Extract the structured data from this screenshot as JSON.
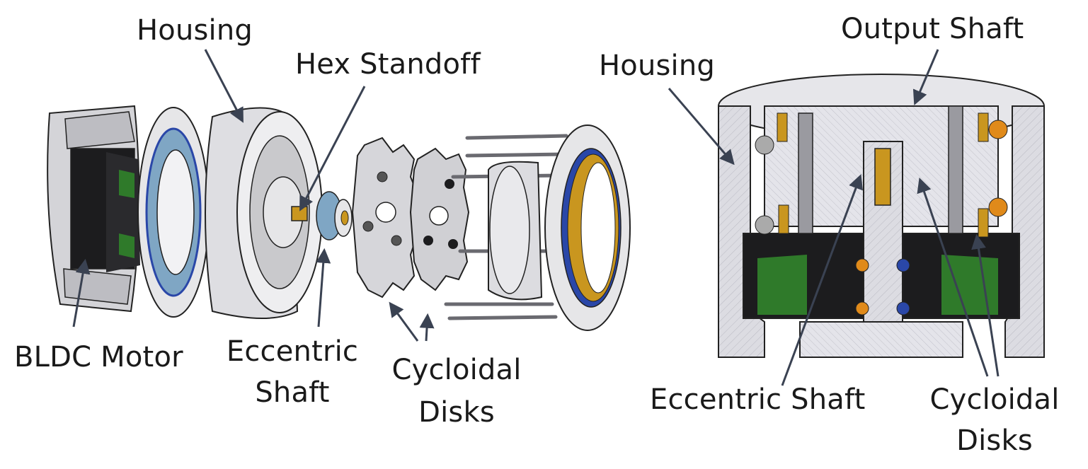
{
  "left_view": {
    "labels": {
      "housing": "Housing",
      "hex_standoff": "Hex Standoff",
      "bldc_motor": "BLDC Motor",
      "eccentric_shaft_line1": "Eccentric",
      "eccentric_shaft_line2": "Shaft",
      "cycloidal_disks_line1": "Cycloidal",
      "cycloidal_disks_line2": "Disks"
    }
  },
  "right_view": {
    "labels": {
      "output_shaft": "Output Shaft",
      "housing": "Housing",
      "eccentric_shaft": "Eccentric Shaft",
      "cycloidal_disks_line1": "Cycloidal",
      "cycloidal_disks_line2": "Disks"
    }
  },
  "colors": {
    "metal_light": "#e6e6e8",
    "metal_mid": "#c9c9cc",
    "metal_dark": "#8e8e92",
    "outline": "#222222",
    "black_part": "#1c1c1e",
    "green_part": "#2f7a2a",
    "bearing_blue": "#7fa6c4",
    "seal_blue": "#2a47a8",
    "brass": "#c9961f",
    "orange_ball": "#e08a1a",
    "leader": "#3a4252"
  }
}
